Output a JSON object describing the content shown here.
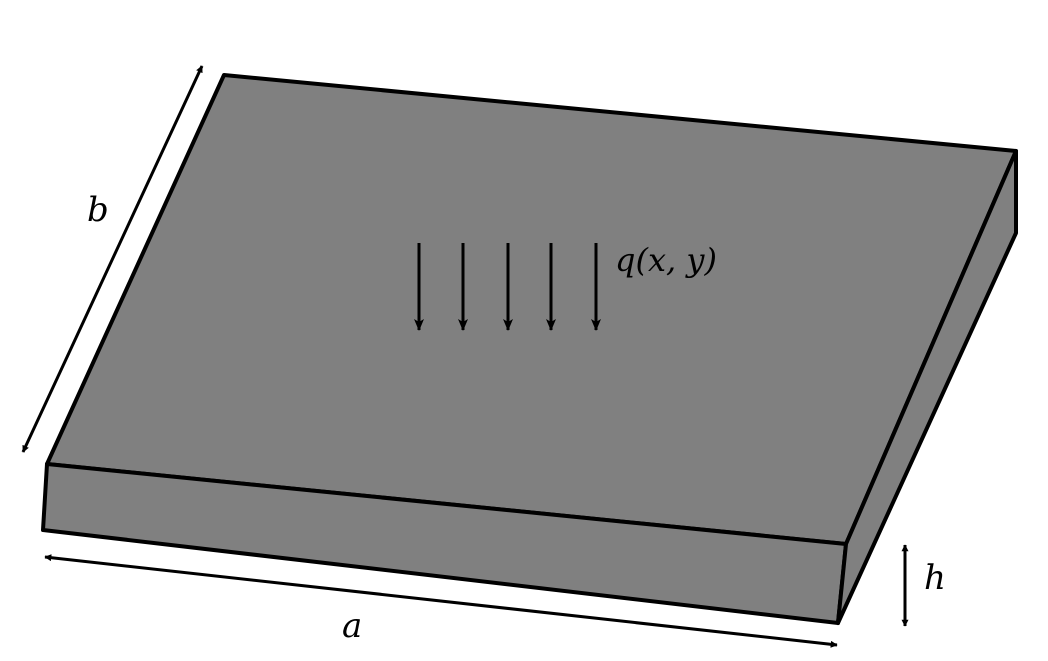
{
  "labels": {
    "width_a": "a",
    "depth_b": "b",
    "thickness_h": "h",
    "load": "q(x, y)"
  },
  "colors": {
    "plate_face": "#808080",
    "stroke": "#000000",
    "background": "#ffffff"
  }
}
